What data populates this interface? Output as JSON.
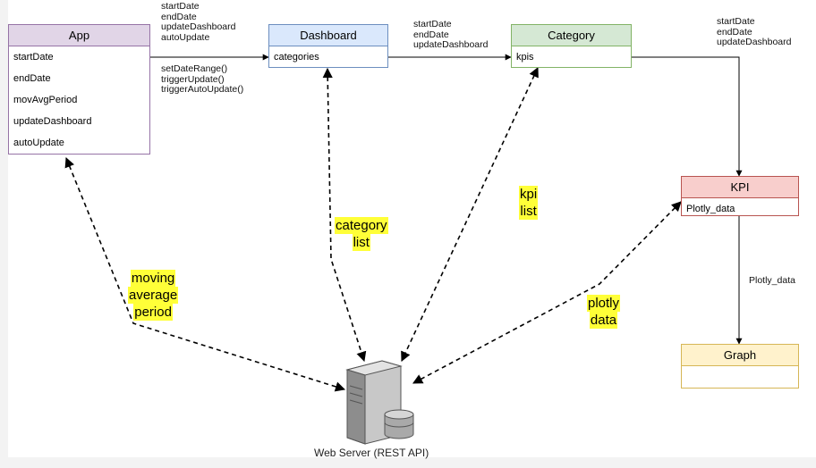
{
  "nodes": {
    "app": {
      "title": "App",
      "fields": [
        "startDate",
        "endDate",
        "movAvgPeriod",
        "updateDashboard",
        "autoUpdate"
      ],
      "header_color": "#e1d5e7",
      "border_color": "#9673a6"
    },
    "dashboard": {
      "title": "Dashboard",
      "fields": [
        "categories"
      ],
      "header_color": "#dae8fc",
      "border_color": "#6c8ebf"
    },
    "category": {
      "title": "Category",
      "fields": [
        "kpis"
      ],
      "header_color": "#d5e8d4",
      "border_color": "#82b366"
    },
    "kpi": {
      "title": "KPI",
      "fields": [
        "Plotly_data"
      ],
      "header_color": "#f8cecc",
      "border_color": "#b85450"
    },
    "graph": {
      "title": "Graph",
      "fields": [],
      "header_color": "#fff2cc",
      "border_color": "#d6b656"
    },
    "server": {
      "label": "Web Server (REST API)",
      "icon": "server-database-icon"
    }
  },
  "edge_labels": {
    "app_to_dashboard_props": "startDate\nendDate\nupdateDashboard\nautoUpdate",
    "dashboard_to_app_methods": "setDateRange()\ntriggerUpdate()\ntriggerAutoUpdate()",
    "dashboard_to_category": "startDate\nendDate\nupdateDashboard",
    "category_to_kpi": "startDate\nendDate\nupdateDashboard",
    "kpi_to_graph": "Plotly_data"
  },
  "flow_labels": {
    "moving_average": [
      "moving",
      "average",
      "period"
    ],
    "category_list": [
      "category",
      "list"
    ],
    "kpi_list": [
      "kpi",
      "list"
    ],
    "plotly_data": [
      "plotly",
      "data"
    ]
  },
  "colors": {
    "highlight": "#ffff38",
    "line": "#000000"
  }
}
